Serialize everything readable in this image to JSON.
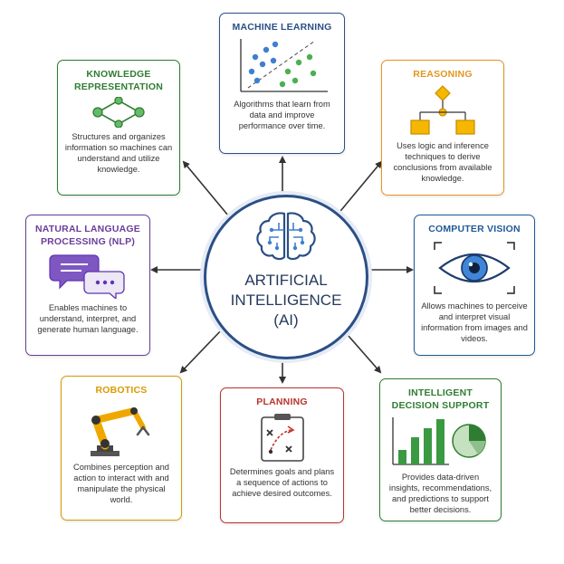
{
  "colors": {
    "navy": "#2b4f86",
    "green": "#2f7d32",
    "orange": "#e3961f",
    "purple": "#6a3d9a",
    "blue": "#1f5a96",
    "yellow": "#d99a00",
    "red": "#b8342e",
    "connector": "#333333"
  },
  "center": {
    "icon": "brain-circuit-icon",
    "title": "ARTIFICIAL\nINTELLIGENCE\n(AI)"
  },
  "cards": {
    "machine_learning": {
      "title": "MACHINE LEARNING",
      "icon": "scatter-plot-icon",
      "desc": "Algorithms that learn from data and improve performance over time."
    },
    "knowledge_representation": {
      "title": "KNOWLEDGE REPRESENTATION",
      "icon": "node-graph-icon",
      "desc": "Structures and organizes information so machines can understand and utilize knowledge."
    },
    "reasoning": {
      "title": "REASONING",
      "icon": "flowchart-icon",
      "desc": "Uses logic and inference techniques to derive conclusions from available knowledge."
    },
    "nlp": {
      "title": "NATURAL LANGUAGE PROCESSING (NLP)",
      "icon": "chat-bubbles-icon",
      "desc": "Enables machines to understand, interpret, and generate human language."
    },
    "computer_vision": {
      "title": "COMPUTER VISION",
      "icon": "eye-icon",
      "desc": "Allows machines to perceive and interpret visual information from images and videos."
    },
    "robotics": {
      "title": "ROBOTICS",
      "icon": "robot-arm-icon",
      "desc": "Combines perception and action to interact with and manipulate the physical world."
    },
    "planning": {
      "title": "PLANNING",
      "icon": "clipboard-plan-icon",
      "desc": "Determines goals and plans a sequence of actions to achieve desired outcomes."
    },
    "decision_support": {
      "title": "INTELLIGENT DECISION SUPPORT",
      "icon": "bar-pie-chart-icon",
      "desc": "Provides data-driven insights, recommendations, and predictions to support better decisions."
    }
  }
}
